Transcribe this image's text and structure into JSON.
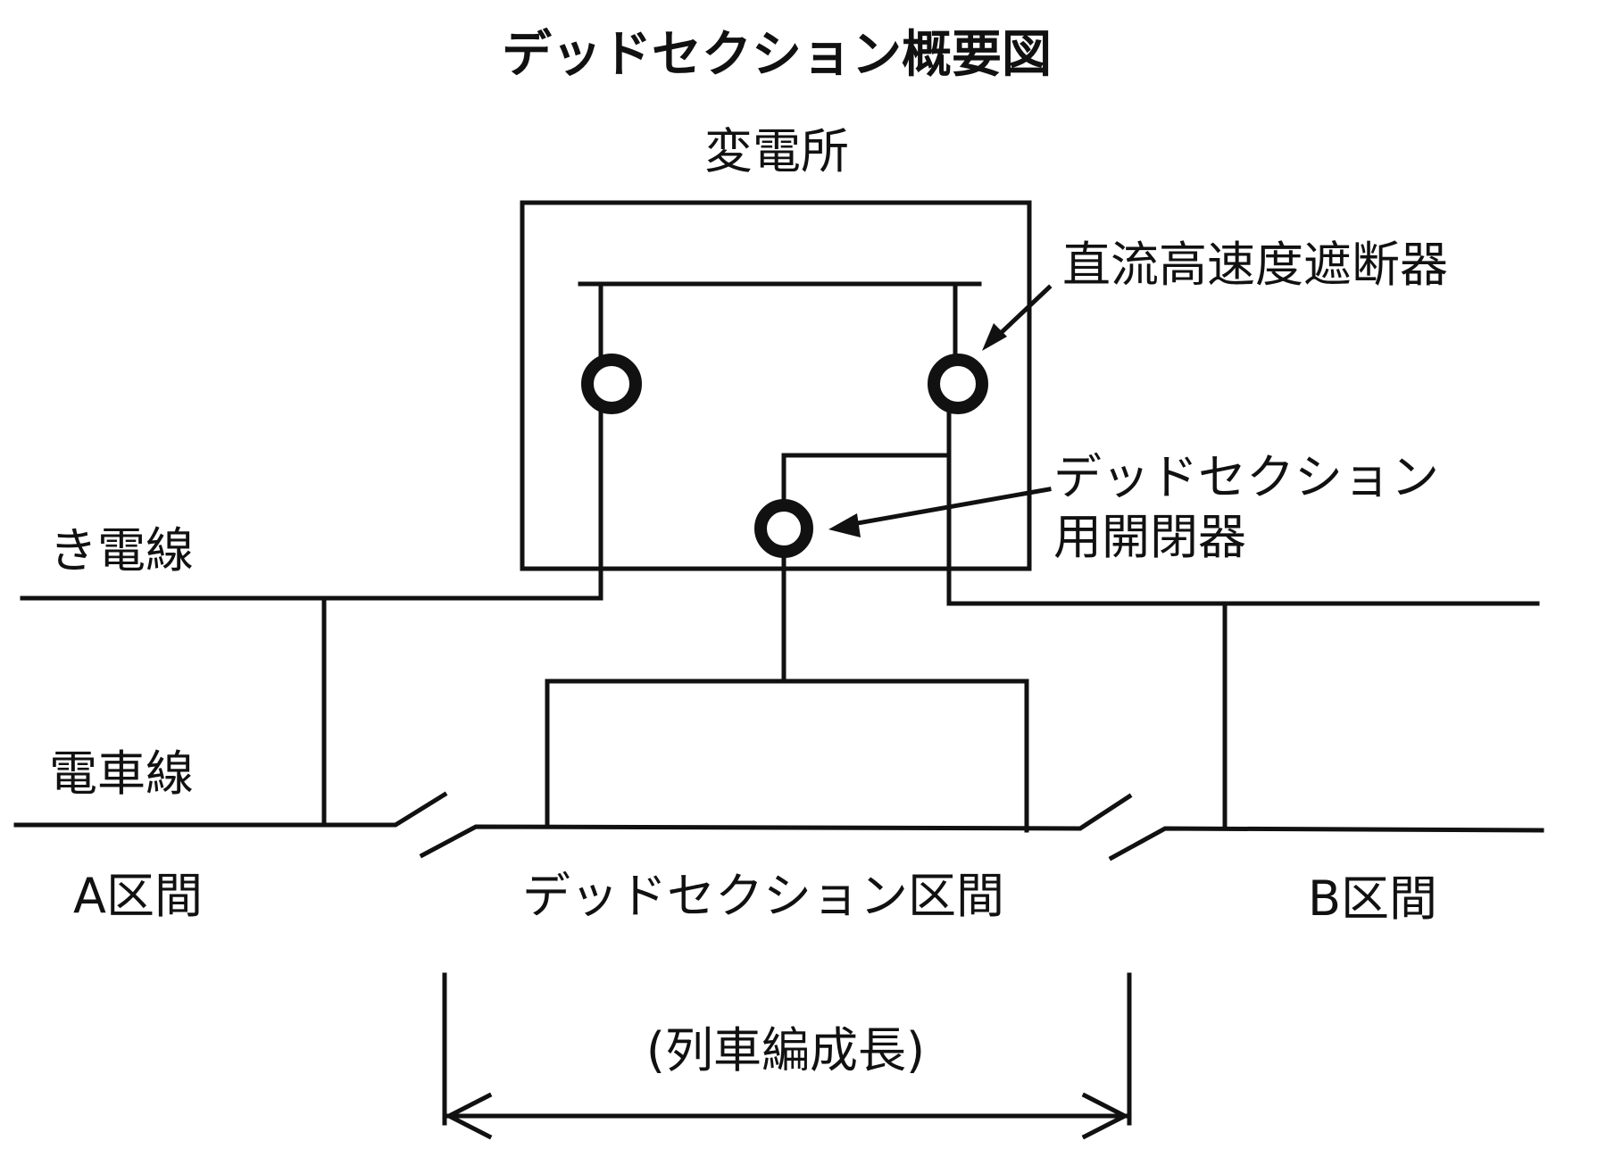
{
  "title": "デッドセクション概要図",
  "labels": {
    "substation": "変電所",
    "dc_breaker": "直流高速度遮断器",
    "dead_switch_line1": "デッドセクション",
    "dead_switch_line2": "用開閉器",
    "feeder": "き電線",
    "trolley": "電車線",
    "section_a": "A区間",
    "dead_section": "デッドセクション区間",
    "section_b": "B区間",
    "train_length": "(列車編成長)"
  },
  "colors": {
    "line": "#111111",
    "background": "#ffffff"
  }
}
